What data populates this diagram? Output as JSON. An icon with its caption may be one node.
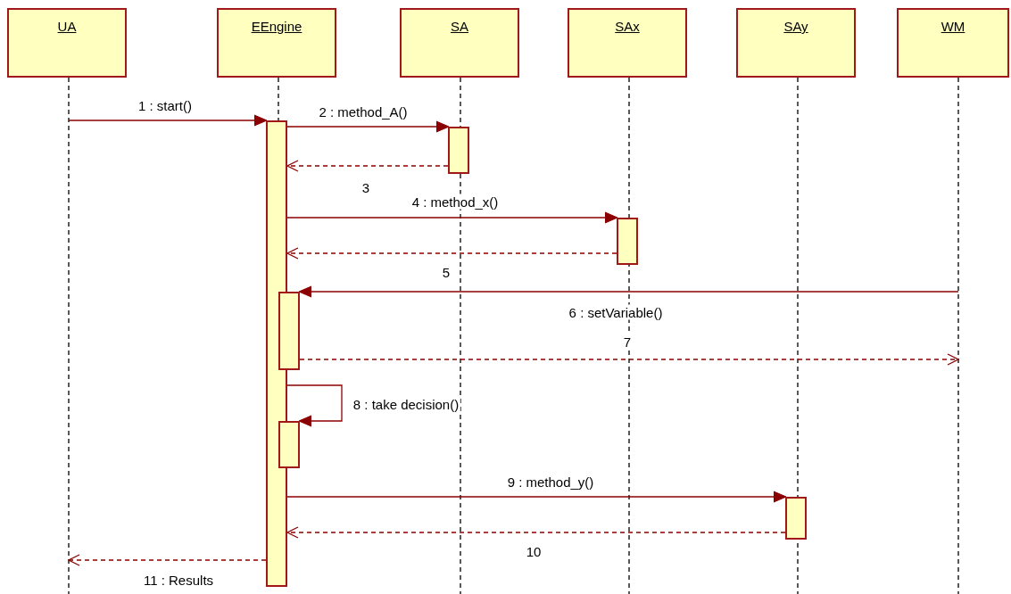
{
  "diagram": {
    "nodes": [
      {
        "text": [
          "UA"
        ]
      },
      {
        "text": [
          "EEngine"
        ]
      },
      {
        "text": [
          "SA"
        ]
      },
      {
        "text": [
          "SAx"
        ]
      },
      {
        "text": [
          "SAy"
        ]
      },
      {
        "text": [
          "WM"
        ]
      },
      {
        "text": [],
        "shape": "bar"
      },
      {
        "text": [],
        "shape": "bar"
      },
      {
        "text": [],
        "shape": "bar"
      },
      {
        "text": [],
        "shape": "bar"
      },
      {
        "text": [],
        "shape": "bar"
      },
      {
        "text": [],
        "shape": "bar"
      }
    ],
    "edges": [
      {
        "from": 0,
        "to": null,
        "arrow": "none",
        "style": "dashed",
        "color": "#000000"
      },
      {
        "from": 1,
        "to": 6,
        "arrow": "none",
        "style": "dashed",
        "color": "#000000"
      },
      {
        "from": 2,
        "to": null,
        "arrow": "none",
        "style": "dashed",
        "color": "#000000"
      },
      {
        "from": 3,
        "to": null,
        "arrow": "none",
        "style": "dashed",
        "color": "#000000"
      },
      {
        "from": 4,
        "to": null,
        "arrow": "none",
        "style": "dashed",
        "color": "#000000"
      },
      {
        "from": 5,
        "to": null,
        "arrow": "none",
        "style": "dashed",
        "color": "#000000"
      },
      {
        "from": null,
        "to": 6,
        "arrow": "to",
        "label": "1 : start()"
      },
      {
        "from": 6,
        "to": 9,
        "arrow": "to",
        "label": "2 : method_A()"
      },
      {
        "from": 9,
        "to": 6,
        "arrow": "to",
        "label": "3",
        "style": "dashed"
      },
      {
        "from": 6,
        "to": 10,
        "arrow": "to",
        "label": "4 : method_x()"
      },
      {
        "from": 10,
        "to": 6,
        "arrow": "to",
        "label": "5",
        "style": "dashed"
      },
      {
        "from": null,
        "to": 7,
        "arrow": "to",
        "label": "6 : setVariable()"
      },
      {
        "from": 7,
        "to": null,
        "arrow": "to",
        "label": "7",
        "style": "dashed"
      },
      {
        "from": 6,
        "to": 8,
        "arrow": "to",
        "label": "8 : take decision()"
      },
      {
        "from": 6,
        "to": 11,
        "arrow": "to",
        "label": "9 : method_y()"
      },
      {
        "from": 11,
        "to": 6,
        "arrow": "to",
        "label": "10",
        "style": "dashed"
      },
      {
        "from": 6,
        "to": null,
        "arrow": "to",
        "label": "11 : Results",
        "style": "dashed"
      }
    ]
  }
}
